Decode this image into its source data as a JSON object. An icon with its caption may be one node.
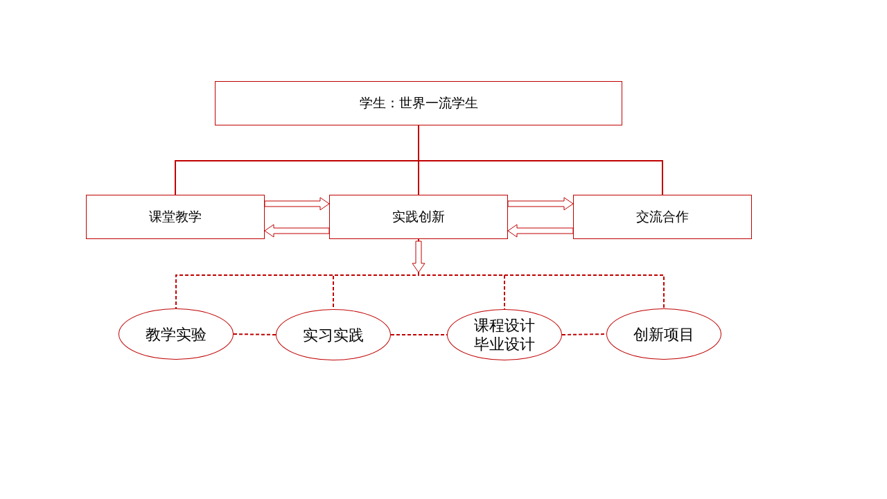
{
  "diagram": {
    "nodes": [
      {
        "text": [
          "学生：世界一流学生"
        ]
      },
      {
        "text": [
          "课堂教学"
        ]
      },
      {
        "text": [
          "实践创新"
        ]
      },
      {
        "text": [
          "交流合作"
        ]
      },
      {
        "text": [
          "教学实验"
        ]
      },
      {
        "text": [
          "实习实践"
        ]
      },
      {
        "text": [
          "课程设计",
          "毕业设计"
        ]
      },
      {
        "text": [
          "创新项目"
        ]
      }
    ],
    "edges": [
      {
        "from": 0,
        "to": 1,
        "arrow": "none"
      },
      {
        "from": 0,
        "to": 2,
        "arrow": "none"
      },
      {
        "from": 0,
        "to": 3,
        "arrow": "none"
      },
      {
        "from": 1,
        "to": 2,
        "arrow": "to"
      },
      {
        "from": 2,
        "to": 1,
        "arrow": "to"
      },
      {
        "from": 2,
        "to": 3,
        "arrow": "to"
      },
      {
        "from": 3,
        "to": 2,
        "arrow": "to"
      },
      {
        "from": 2,
        "to": 4,
        "arrow": "none",
        "style": "dashed"
      },
      {
        "from": 2,
        "to": 5,
        "arrow": "none",
        "style": "dashed"
      },
      {
        "from": 2,
        "to": 6,
        "arrow": "none",
        "style": "dashed"
      },
      {
        "from": 2,
        "to": 7,
        "arrow": "none",
        "style": "dashed"
      },
      {
        "from": 4,
        "to": 5,
        "arrow": "none",
        "style": "dashed"
      },
      {
        "from": 5,
        "to": 6,
        "arrow": "none",
        "style": "dashed"
      },
      {
        "from": 6,
        "to": 7,
        "arrow": "none",
        "style": "dashed"
      },
      {
        "from": 2,
        "to": null,
        "arrow": "to"
      }
    ]
  }
}
